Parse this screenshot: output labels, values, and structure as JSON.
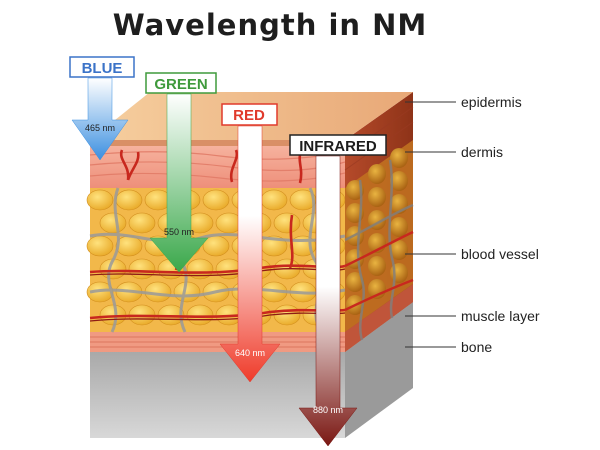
{
  "title": "Wavelength in NM",
  "wavelengths": [
    {
      "key": "blue",
      "name": "BLUE",
      "nm": "465 nm",
      "color": "#3b73c8"
    },
    {
      "key": "green",
      "name": "GREEN",
      "nm": "550 nm",
      "color": "#3f9a3c"
    },
    {
      "key": "red",
      "name": "RED",
      "nm": "640 nm",
      "color": "#e03a2c"
    },
    {
      "key": "infrared",
      "name": "INFRARED",
      "nm": "880 nm",
      "color": "#1c1c1c"
    }
  ],
  "layers": [
    {
      "key": "epidermis",
      "label": "epidermis"
    },
    {
      "key": "dermis",
      "label": "dermis"
    },
    {
      "key": "blood_vessel",
      "label": "blood vessel"
    },
    {
      "key": "muscle",
      "label": "muscle layer"
    },
    {
      "key": "bone",
      "label": "bone"
    }
  ]
}
